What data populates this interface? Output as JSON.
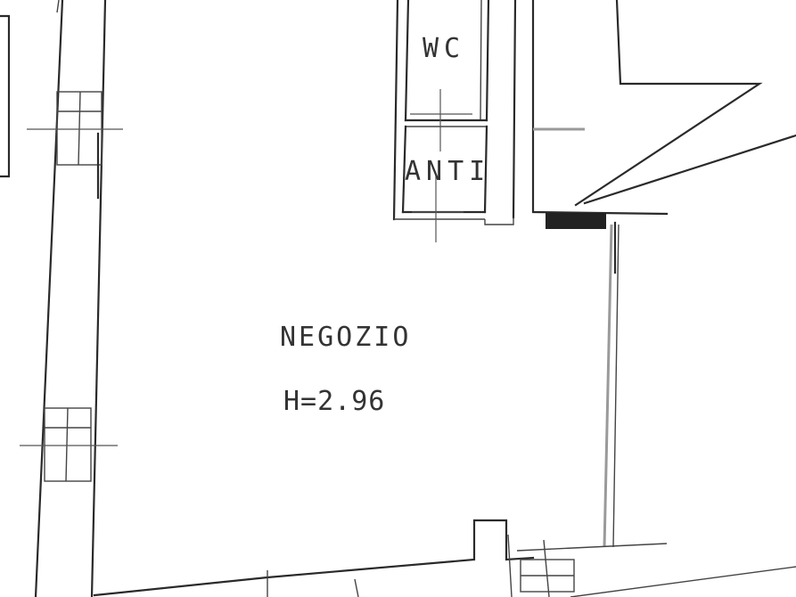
{
  "rooms": {
    "wc": "WC",
    "anti": "ANTI",
    "negozio": "NEGOZIO",
    "height": "H=2.96"
  },
  "colors": {
    "line": "#2a2a2a",
    "background": "#ffffff",
    "grey_wall": "#9a9a9a"
  }
}
